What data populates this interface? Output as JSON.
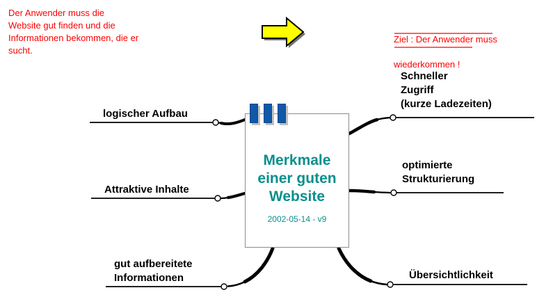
{
  "diagram": {
    "type": "mind-map",
    "title": "Merkmale einer guten Website",
    "subtitle": "2002-05-14 - v9",
    "center_text_color": "#0a8f8c",
    "note_color": "#fe0000",
    "bar_color": "#1158a6",
    "arrow_color": "#ffff00",
    "branch_color": "#000000"
  },
  "notes": {
    "left": "Der Anwender muss die\nWebsite gut finden und die\nInformationen bekommen, die er\nsucht.",
    "right_line1": "Ziel : Der Anwender muss",
    "right_line2": "wiederkommen !"
  },
  "arrow": {
    "name": "right-arrow",
    "direction": "right"
  },
  "center": {
    "title": "Merkmale\neiner guten\nWebsite",
    "subtitle": "2002-05-14 - v9",
    "bars_count": 3
  },
  "branches": {
    "left": [
      {
        "id": "logischer-aufbau",
        "label": "logischer Aufbau"
      },
      {
        "id": "attraktive-inhalte",
        "label": "Attraktive Inhalte"
      },
      {
        "id": "gut-aufbereitete-infos",
        "label": "gut aufbereitete\nInformationen"
      }
    ],
    "right": [
      {
        "id": "schneller-zugriff",
        "label": "Schneller\nZugriff\n(kurze Ladezeiten)"
      },
      {
        "id": "optimierte-strukturierung",
        "label": "optimierte\nStrukturierung"
      },
      {
        "id": "uebersichtlichkeit",
        "label": "Übersichtlichkeit"
      }
    ]
  }
}
